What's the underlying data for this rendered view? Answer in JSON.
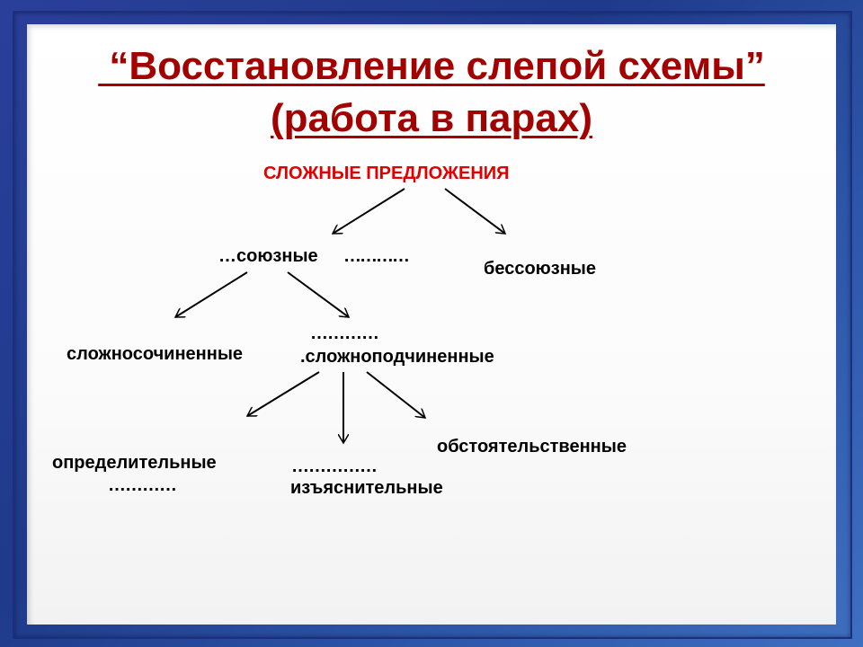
{
  "title": {
    "line1": " “Восстановление слепой схемы”",
    "line2": "(работа в парах)"
  },
  "diagram": {
    "root": "СЛОЖНЫЕ  ПРЕДЛОЖЕНИЯ",
    "union": "…союзные",
    "union_blank": "…………",
    "nonunion": "бессоюзные",
    "compound": "сложносочиненные",
    "complex": ".сложноподчиненные",
    "complex_blank": "…………",
    "attributive": "определительные",
    "attributive_blank": "…………",
    "explanatory_blank": "……………",
    "explanatory": "изъяснительные",
    "adverbial": "обстоятельственные"
  }
}
